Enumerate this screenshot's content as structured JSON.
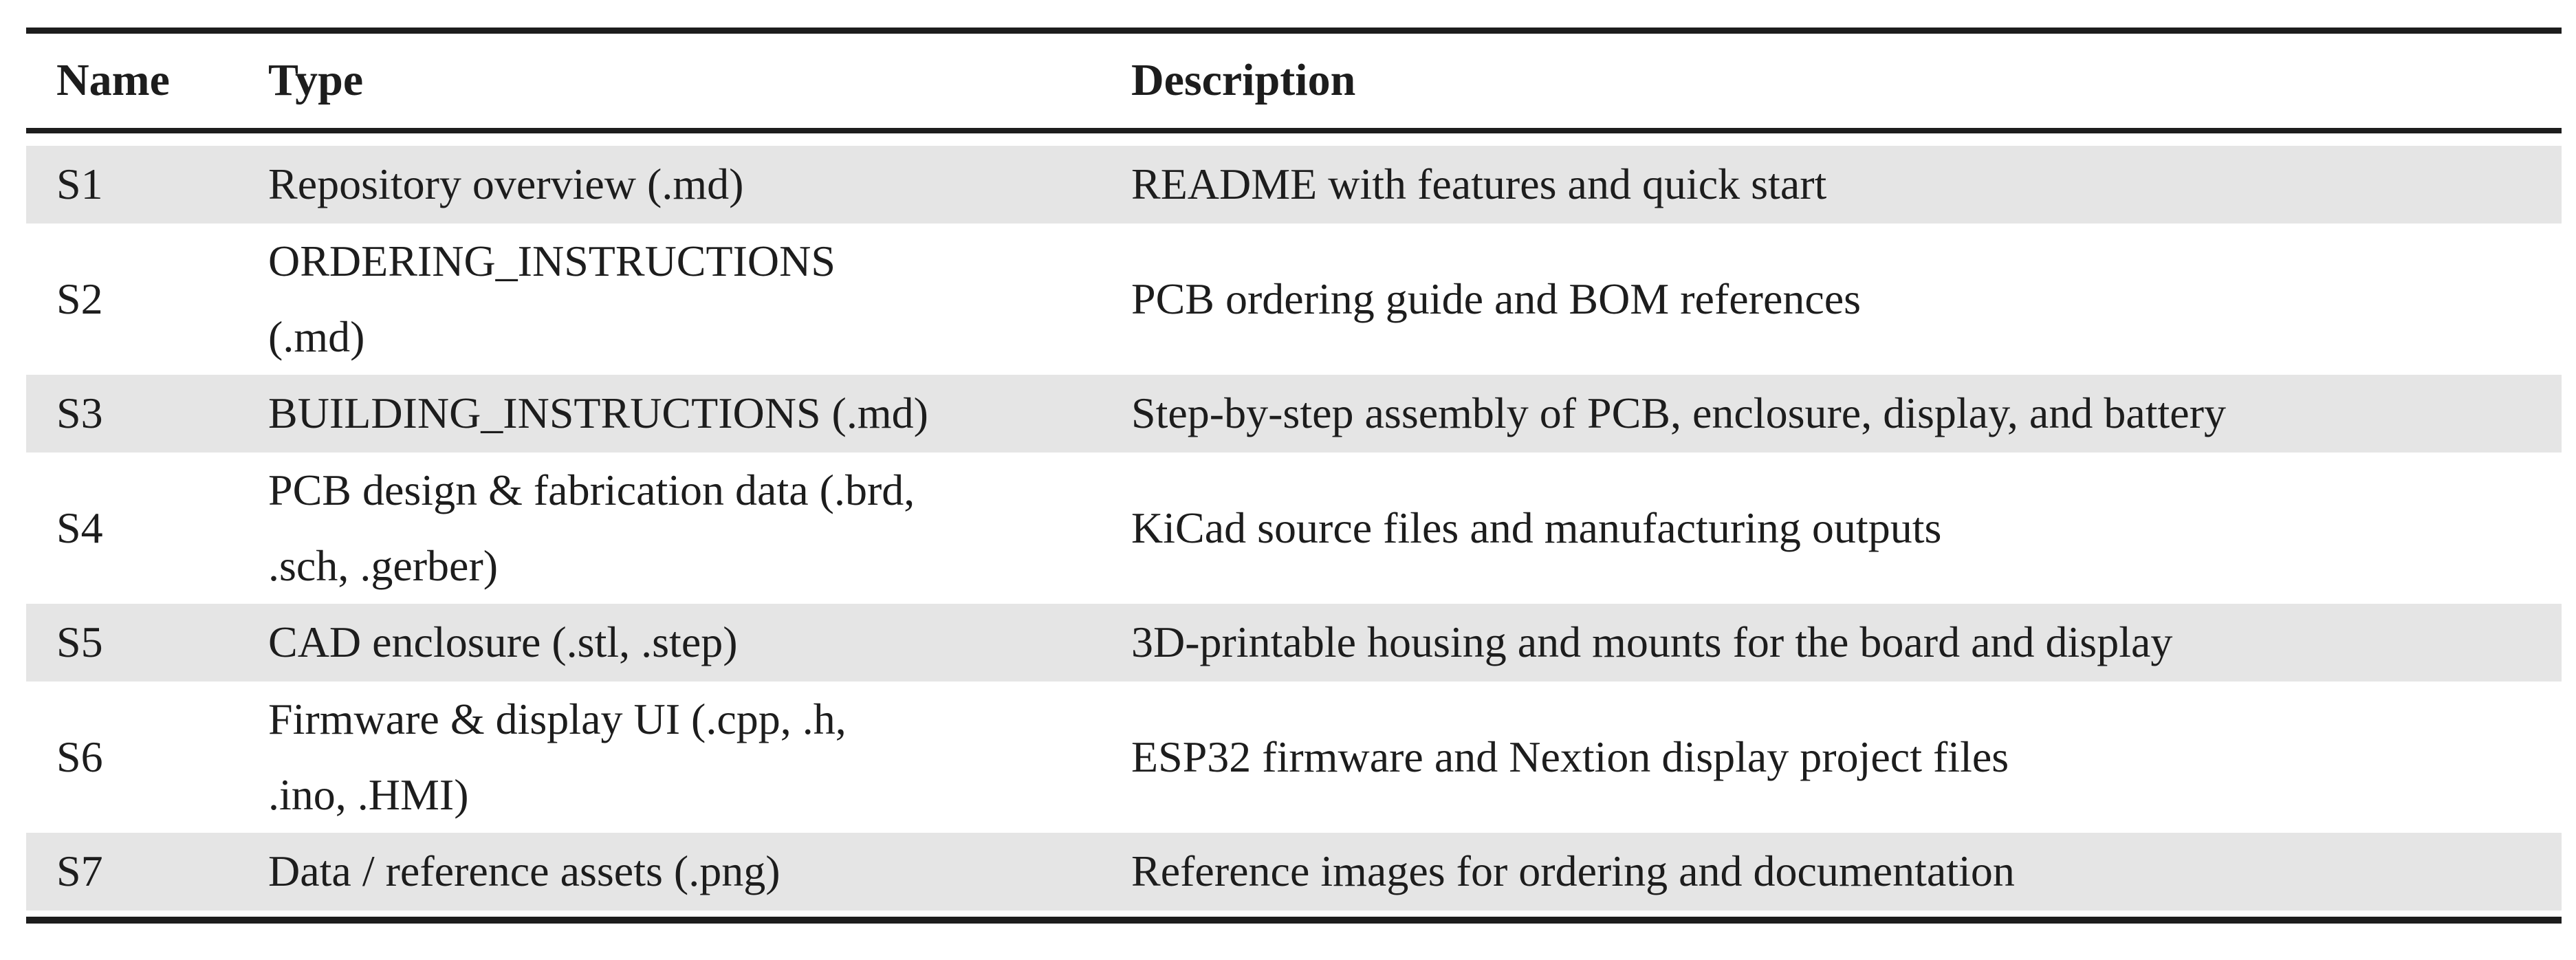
{
  "table": {
    "columns": [
      "Name",
      "Type",
      "Description"
    ],
    "rows": [
      {
        "name": "S1",
        "type": "Repository overview (.md)",
        "description": "README with features and quick start"
      },
      {
        "name": "S2",
        "type": "ORDERING_INSTRUCTIONS\n(.md)",
        "description": "PCB ordering guide and BOM references"
      },
      {
        "name": "S3",
        "type": "BUILDING_INSTRUCTIONS (.md)",
        "description": "Step-by-step assembly of PCB, enclosure, display, and battery"
      },
      {
        "name": "S4",
        "type": "PCB design & fabrication data (.brd,\n.sch, .gerber)",
        "description": "KiCad source files and manufacturing outputs"
      },
      {
        "name": "S5",
        "type": "CAD enclosure (.stl, .step)",
        "description": "3D-printable housing and mounts for the board and display"
      },
      {
        "name": "S6",
        "type": "Firmware & display UI (.cpp, .h,\n.ino, .HMI)",
        "description": "ESP32 firmware and Nextion display project files"
      },
      {
        "name": "S7",
        "type": "Data / reference assets (.png)",
        "description": "Reference images for ordering and documentation"
      }
    ],
    "colors": {
      "shaded_row": "#e5e5e5",
      "rule": "#1d1d1d",
      "text": "#1d1d1d",
      "background": "#ffffff"
    }
  }
}
